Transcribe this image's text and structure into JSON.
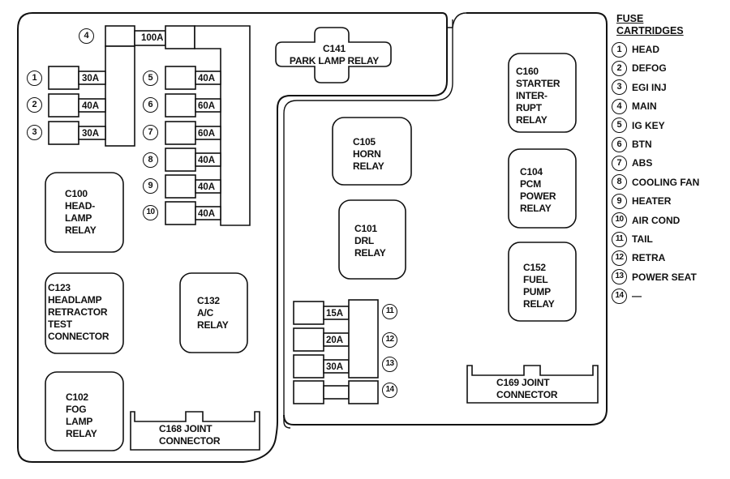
{
  "legend": {
    "title_line1": "FUSE",
    "title_line2": "CARTRIDGES",
    "items": [
      {
        "num": "1",
        "label": "HEAD"
      },
      {
        "num": "2",
        "label": "DEFOG"
      },
      {
        "num": "3",
        "label": "EGI INJ"
      },
      {
        "num": "4",
        "label": "MAIN"
      },
      {
        "num": "5",
        "label": "IG KEY"
      },
      {
        "num": "6",
        "label": "BTN"
      },
      {
        "num": "7",
        "label": "ABS"
      },
      {
        "num": "8",
        "label": "COOLING FAN"
      },
      {
        "num": "9",
        "label": "HEATER"
      },
      {
        "num": "10",
        "label": "AIR COND"
      },
      {
        "num": "11",
        "label": "TAIL"
      },
      {
        "num": "12",
        "label": "RETRA"
      },
      {
        "num": "13",
        "label": "POWER SEAT"
      },
      {
        "num": "14",
        "label": "—"
      }
    ]
  },
  "fuses": {
    "f1": {
      "num": "1",
      "rating": "30A"
    },
    "f2": {
      "num": "2",
      "rating": "40A"
    },
    "f3": {
      "num": "3",
      "rating": "30A"
    },
    "f4": {
      "num": "4",
      "rating": "100A"
    },
    "f5": {
      "num": "5",
      "rating": "40A"
    },
    "f6": {
      "num": "6",
      "rating": "60A"
    },
    "f7": {
      "num": "7",
      "rating": "60A"
    },
    "f8": {
      "num": "8",
      "rating": "40A"
    },
    "f9": {
      "num": "9",
      "rating": "40A"
    },
    "f10": {
      "num": "10",
      "rating": "40A"
    },
    "f11": {
      "num": "11",
      "rating": "15A"
    },
    "f12": {
      "num": "12",
      "rating": "20A"
    },
    "f13": {
      "num": "13",
      "rating": "30A"
    },
    "f14": {
      "num": "14",
      "rating": ""
    }
  },
  "components": {
    "c141": "C141\nPARK LAMP RELAY",
    "c100": "C100\nHEAD-\nLAMP\nRELAY",
    "c123": "C123\nHEADLAMP\nRETRACTOR\nTEST\nCONNECTOR",
    "c132": "C132\nA/C\nRELAY",
    "c102": "C102\nFOG\nLAMP\nRELAY",
    "c168": "C168 JOINT\nCONNECTOR",
    "c105": "C105\nHORN\nRELAY",
    "c101": "C101\nDRL\nRELAY",
    "c160": "C160\nSTARTER\nINTER-\nRUPT\nRELAY",
    "c104": "C104\nPCM\nPOWER\nRELAY",
    "c152": "C152\nFUEL\nPUMP\nRELAY",
    "c169": "C169 JOINT\nCONNECTOR"
  }
}
